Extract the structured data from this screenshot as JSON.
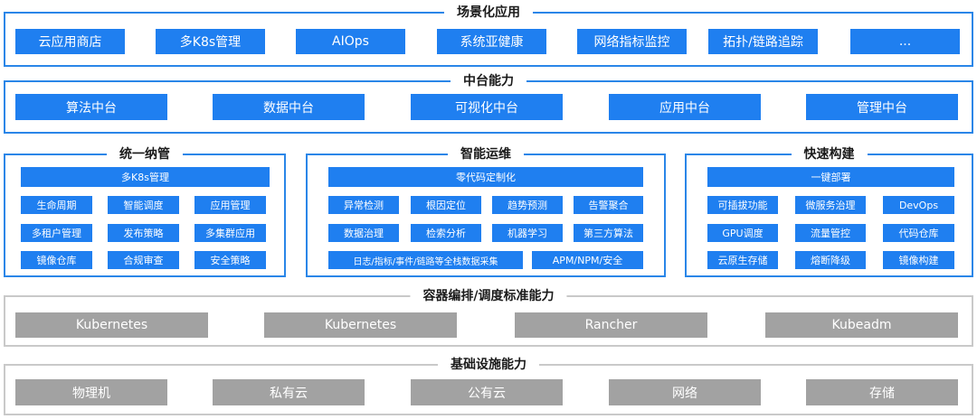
{
  "scenario": {
    "title": "场景化应用",
    "items": [
      "云应用商店",
      "多K8s管理",
      "AIOps",
      "系统亚健康",
      "网络指标监控",
      "拓扑/链路追踪",
      "..."
    ]
  },
  "middle": {
    "title": "中台能力",
    "items": [
      "算法中台",
      "数据中台",
      "可视化中台",
      "应用中台",
      "管理中台"
    ]
  },
  "unified": {
    "title": "统一纳管",
    "header": "多K8s管理",
    "items": [
      "生命周期",
      "智能调度",
      "应用管理",
      "多租户管理",
      "发布策略",
      "多集群应用",
      "镜像仓库",
      "合规审查",
      "安全策略"
    ]
  },
  "aiops": {
    "title": "智能运维",
    "header": "零代码定制化",
    "items": [
      "异常检测",
      "根因定位",
      "趋势预测",
      "告警聚合",
      "数据治理",
      "检索分析",
      "机器学习",
      "第三方算法"
    ],
    "bottom": [
      "日志/指标/事件/链路等全栈数据采集",
      "APM/NPM/安全"
    ]
  },
  "build": {
    "title": "快速构建",
    "header": "一键部署",
    "items": [
      "可插拔功能",
      "微服务治理",
      "DevOps",
      "GPU调度",
      "流量管控",
      "代码仓库",
      "云原生存储",
      "熔断降级",
      "镜像构建"
    ]
  },
  "container": {
    "title": "容器编排/调度标准能力",
    "items": [
      "Kubernetes",
      "Kubernetes",
      "Rancher",
      "Kubeadm"
    ]
  },
  "infra": {
    "title": "基础设施能力",
    "items": [
      "物理机",
      "私有云",
      "公有云",
      "网络",
      "存储"
    ]
  },
  "colors": {
    "blue_tile": "#1f7ff0",
    "blue_border": "#2a86e8",
    "gray_tile": "#a2a2a2",
    "gray_border": "#c9c9c9"
  }
}
